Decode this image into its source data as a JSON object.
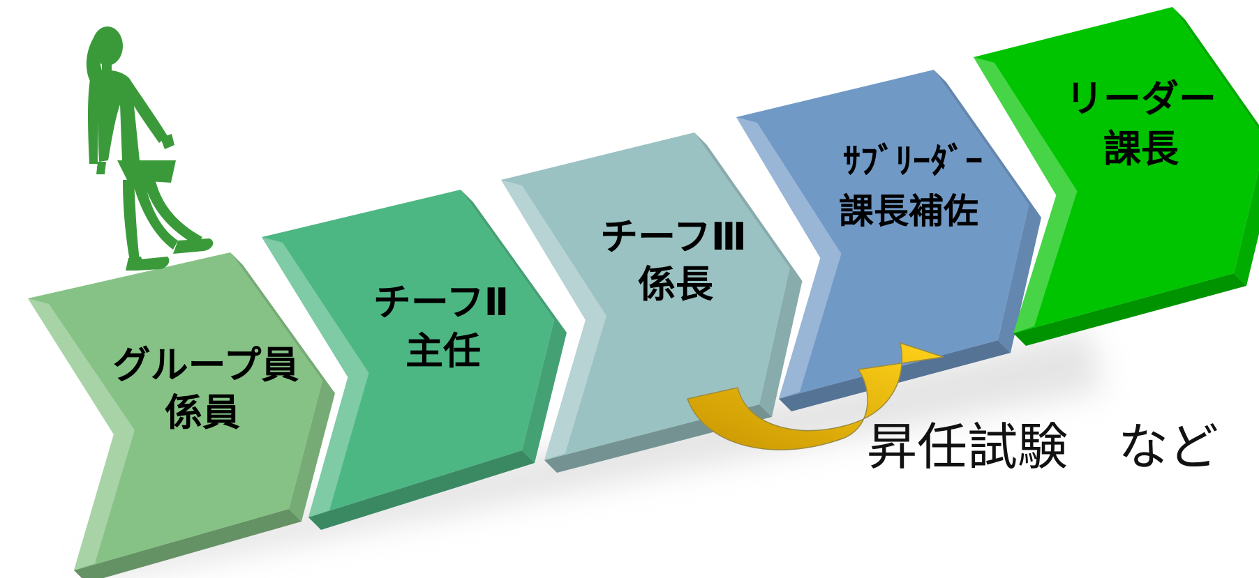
{
  "steps": [
    {
      "line1": "グループ員",
      "line2": "係員",
      "color": "#86c285"
    },
    {
      "line1": "チーフⅡ",
      "line2": "主任",
      "color": "#4db784"
    },
    {
      "line1": "チーフⅢ",
      "line2": "係長",
      "color": "#9bc2c2"
    },
    {
      "line1": "ｻﾌﾞﾘｰﾀﾞｰ",
      "line2": "課長補佐",
      "color": "#7199c6"
    },
    {
      "line1": "リーダー",
      "line2": "課長",
      "color": "#00c400"
    }
  ],
  "promotion_note": "昇任試験　など",
  "figure_color": "#3a9a3a",
  "arrow_color": "#f2c200"
}
